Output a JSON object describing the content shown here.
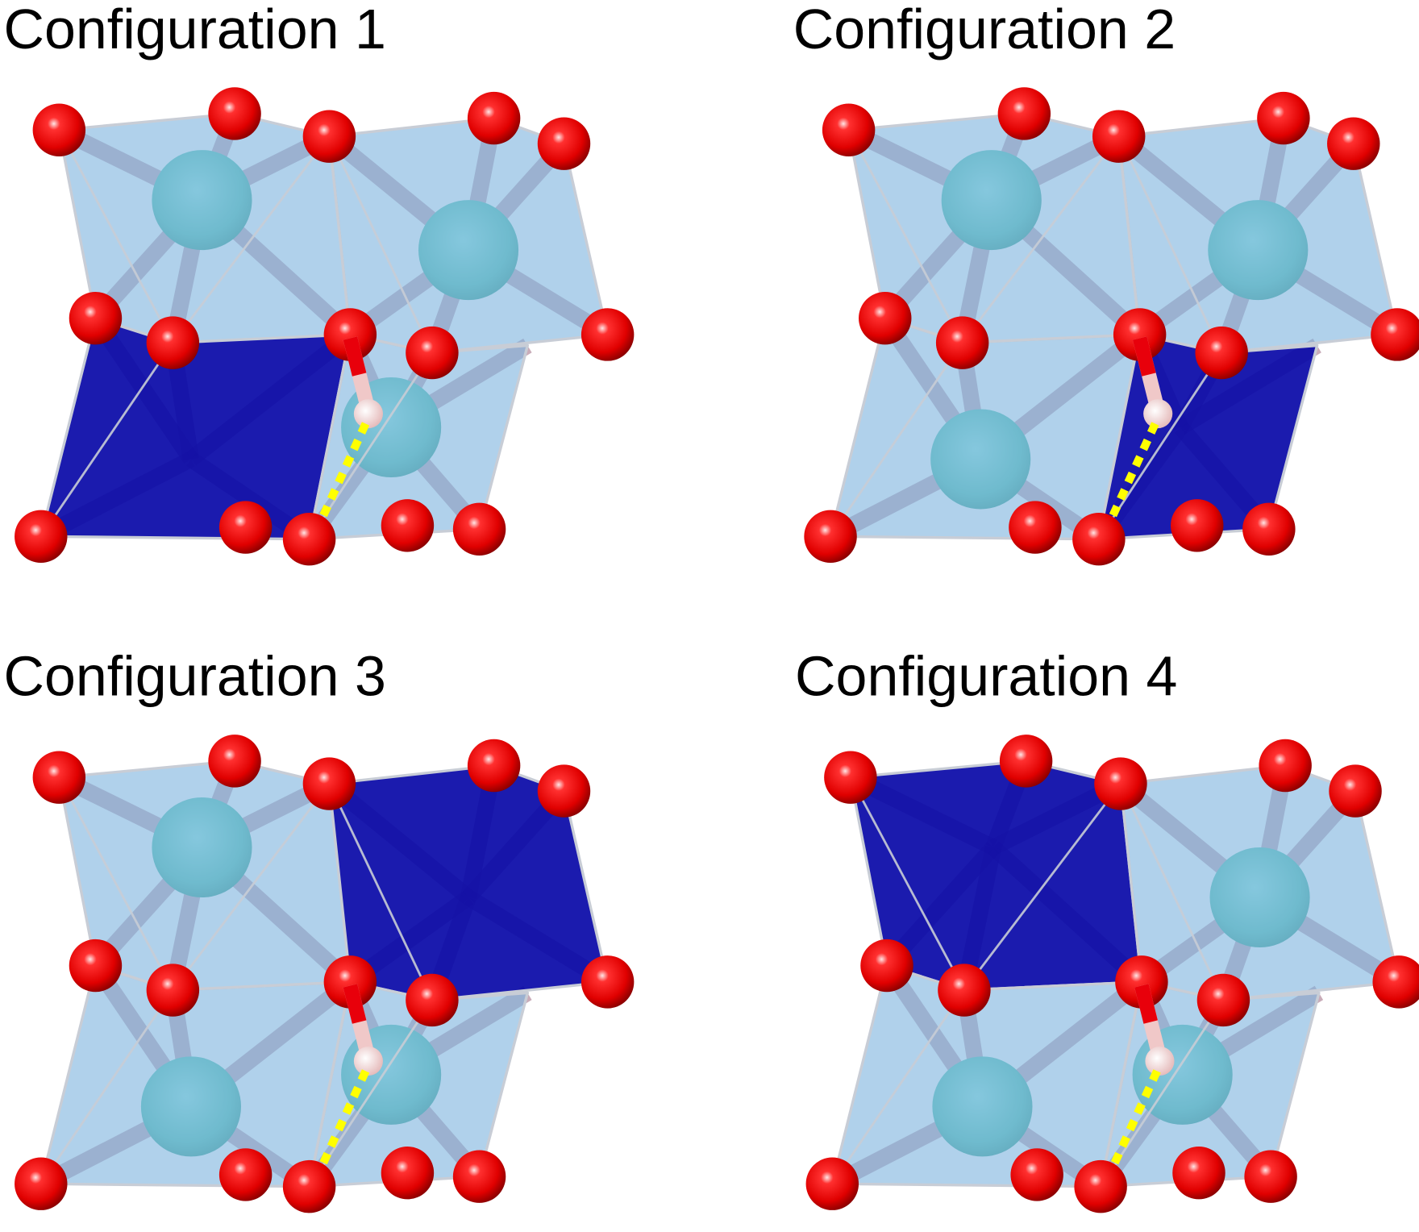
{
  "panels": [
    {
      "title": "Configuration 1",
      "dark_octahedron": "bottom-left"
    },
    {
      "title": "Configuration 2",
      "dark_octahedron": "bottom-right"
    },
    {
      "title": "Configuration 3",
      "dark_octahedron": "top-right"
    },
    {
      "title": "Configuration 4",
      "dark_octahedron": "top-left"
    }
  ],
  "colors": {
    "oxygen": "#e8000b",
    "metal": "#5ecfb8",
    "octahedron_light": "#7fb4de",
    "octahedron_dark": "#0a0aa8",
    "hydrogen": "#f6d6d6",
    "hbond": "#ffff00",
    "edge": "#c8cdd6"
  }
}
